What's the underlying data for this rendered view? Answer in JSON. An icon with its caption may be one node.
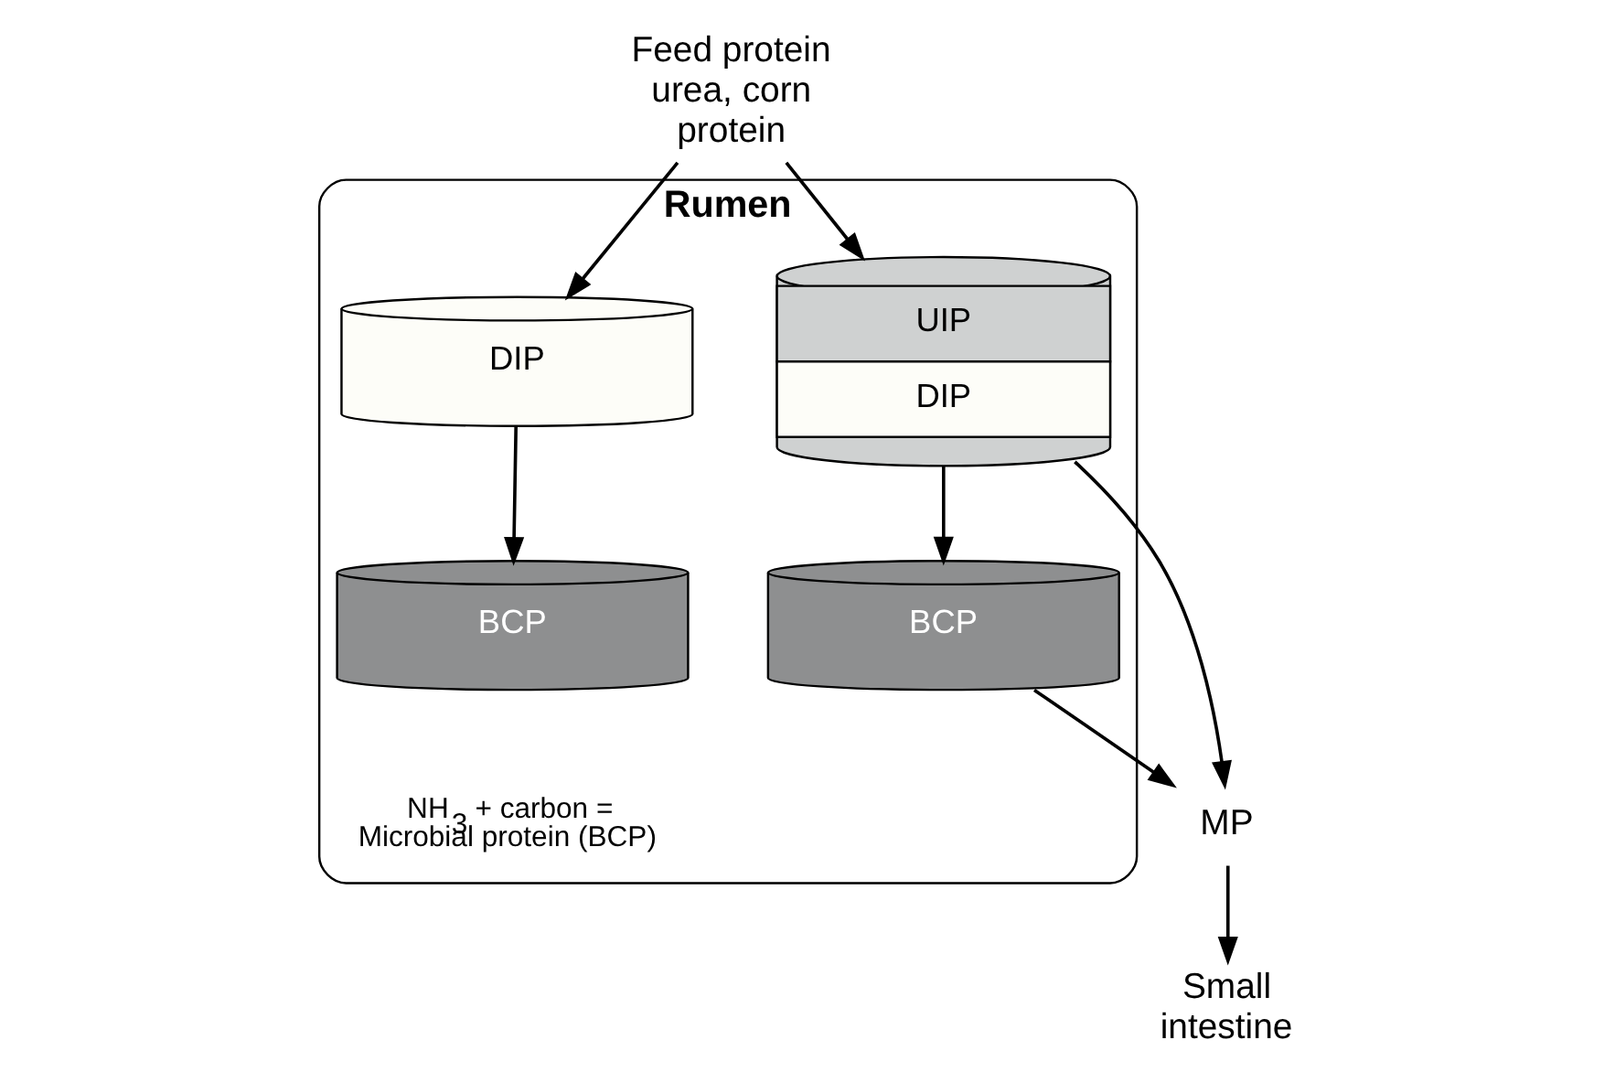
{
  "diagram": {
    "nodes": [
      {
        "text": [
          "Rumen",
          "NH$_{3}$ + carbon = Microbial protein (BCP)"
        ]
      },
      {
        "text": [
          "Feed protein urea, corn protein"
        ]
      },
      {
        "text": [
          "DIP"
        ],
        "in": 0
      },
      {
        "text": [
          "UIP",
          "DIP"
        ],
        "in": 0
      },
      {
        "text": [
          "BCP"
        ],
        "in": 0
      },
      {
        "text": [
          "BCP"
        ],
        "in": 0
      },
      {
        "text": [
          "MP"
        ]
      },
      {
        "text": [
          "Small intestine"
        ]
      }
    ],
    "edges": [
      {
        "from": 1,
        "to": 2,
        "arrow": "to"
      },
      {
        "from": 1,
        "to": 3,
        "arrow": "to"
      },
      {
        "from": 2,
        "to": 4,
        "arrow": "to"
      },
      {
        "from": 3,
        "to": 5,
        "arrow": "to"
      },
      {
        "from": 3,
        "to": 6,
        "arrow": "to"
      },
      {
        "from": 5,
        "to": 6,
        "arrow": "to"
      },
      {
        "from": 6,
        "to": 7,
        "arrow": "to"
      }
    ]
  }
}
